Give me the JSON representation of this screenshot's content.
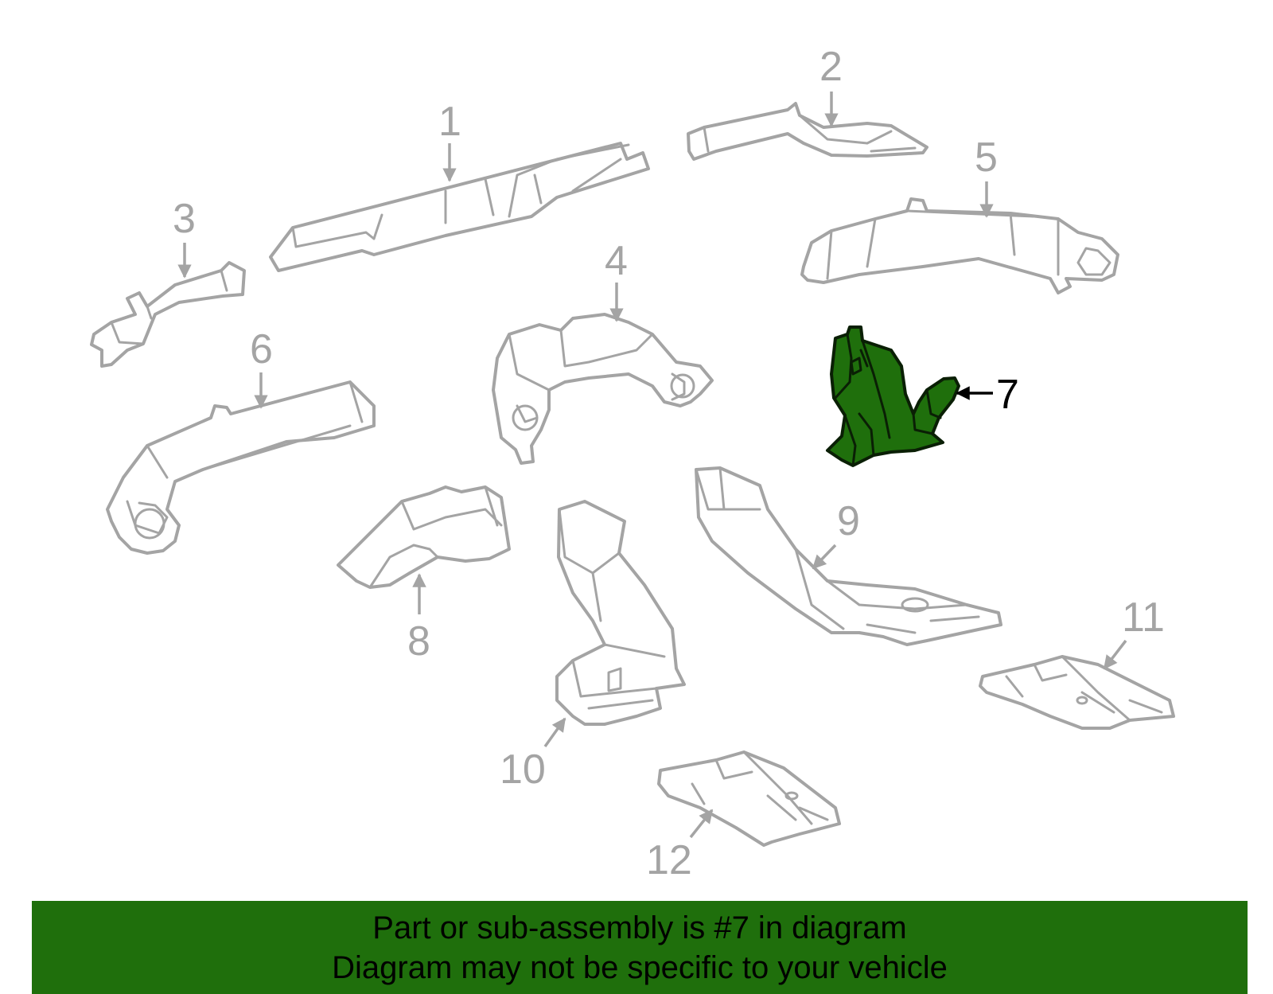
{
  "diagram": {
    "callouts": [
      {
        "number": "1",
        "highlighted": false
      },
      {
        "number": "2",
        "highlighted": false
      },
      {
        "number": "3",
        "highlighted": false
      },
      {
        "number": "4",
        "highlighted": false
      },
      {
        "number": "5",
        "highlighted": false
      },
      {
        "number": "6",
        "highlighted": false
      },
      {
        "number": "7",
        "highlighted": true
      },
      {
        "number": "8",
        "highlighted": false
      },
      {
        "number": "9",
        "highlighted": false
      },
      {
        "number": "10",
        "highlighted": false
      },
      {
        "number": "11",
        "highlighted": false
      },
      {
        "number": "12",
        "highlighted": false
      }
    ],
    "colors": {
      "outline": "#a4a4a4",
      "highlight_fill": "#1f6f0c",
      "highlight_outline": "#0a1f05",
      "callout_highlight": "#000000"
    }
  },
  "banner": {
    "line1": "Part or sub-assembly is #7 in diagram",
    "line2": "Diagram may not be specific to your vehicle",
    "background": "#1f6f0c"
  }
}
